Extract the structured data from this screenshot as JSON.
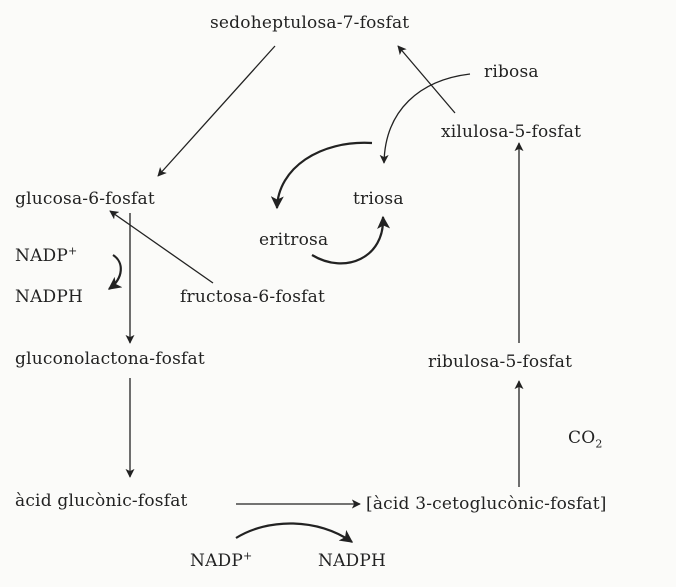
{
  "nodes": {
    "sedoheptulosa": "sedoheptulosa-7-fosfat",
    "ribosa": "ribosa",
    "xilulosa": "xilulosa-5-fosfat",
    "glucosa6p": "glucosa-6-fosfat",
    "triosa": "triosa",
    "eritrosa": "eritrosa",
    "fructosa6p": "fructosa-6-fosfat",
    "gluconolactona": "gluconolactona-fosfat",
    "ribulosa": "ribulosa-5-fosfat",
    "acid_gluconic": "àcid glucònic-fosfat",
    "acid_cetogluconic": "[àcid 3-cetoglucònic-fosfat]"
  },
  "cofactors": {
    "nadp_1": "NADP",
    "nadp_1_sup": "+",
    "nadph_1": "NADPH",
    "co2_main": "CO",
    "co2_sub": "2",
    "nadp_2": "NADP",
    "nadp_2_sup": "+",
    "nadph_2": "NADPH"
  },
  "style": {
    "background": "#fbfbf9",
    "ink": "#222222"
  }
}
